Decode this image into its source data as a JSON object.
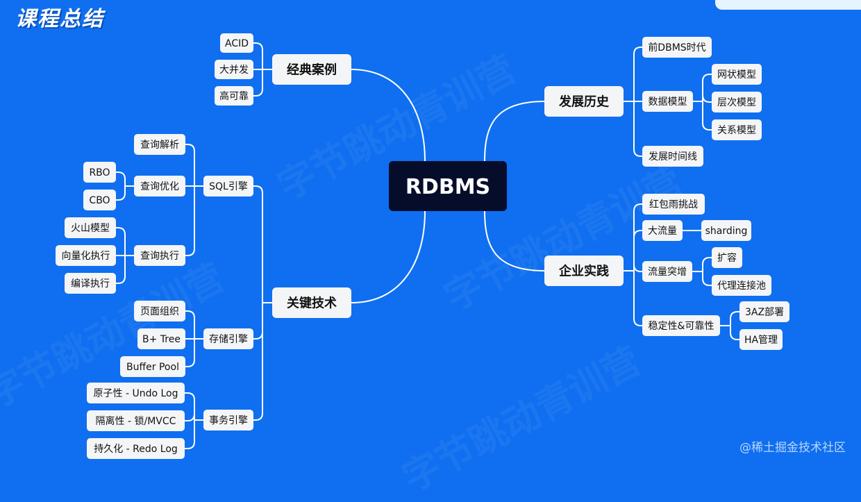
{
  "title": "课程总结",
  "watermark": "@稀土掘金技术社区",
  "background_watermark": "字节跳动青训营",
  "colors": {
    "background": "#0f6ff0",
    "center": "#050d2b",
    "node": "#f4f5f7",
    "line": "#ffffff",
    "text": "#111111"
  },
  "tree": {
    "center": {
      "label": "RDBMS"
    },
    "branches": [
      {
        "label": "发展历史",
        "children": [
          {
            "label": "前DBMS时代",
            "children": []
          },
          {
            "label": "数据模型",
            "children": [
              {
                "label": "网状模型",
                "children": []
              },
              {
                "label": "层次模型",
                "children": []
              },
              {
                "label": "关系模型",
                "children": []
              }
            ]
          },
          {
            "label": "发展时间线",
            "children": []
          }
        ]
      },
      {
        "label": "企业实践",
        "children": [
          {
            "label": "红包雨挑战",
            "children": []
          },
          {
            "label": "大流量",
            "children": [
              {
                "label": "sharding",
                "children": []
              }
            ]
          },
          {
            "label": "流量突增",
            "children": [
              {
                "label": "扩容",
                "children": []
              },
              {
                "label": "代理连接池",
                "children": []
              }
            ]
          },
          {
            "label": "稳定性&可靠性",
            "children": [
              {
                "label": "3AZ部署",
                "children": []
              },
              {
                "label": "HA管理",
                "children": []
              }
            ]
          }
        ]
      },
      {
        "label": "经典案例",
        "children": [
          {
            "label": "ACID",
            "children": []
          },
          {
            "label": "大并发",
            "children": []
          },
          {
            "label": "高可靠",
            "children": []
          }
        ]
      },
      {
        "label": "关键技术",
        "children": [
          {
            "label": "SQL引擎",
            "children": [
              {
                "label": "查询解析",
                "children": []
              },
              {
                "label": "查询优化",
                "children": [
                  {
                    "label": "RBO",
                    "children": []
                  },
                  {
                    "label": "CBO",
                    "children": []
                  }
                ]
              },
              {
                "label": "查询执行",
                "children": [
                  {
                    "label": "火山模型",
                    "children": []
                  },
                  {
                    "label": "向量化执行",
                    "children": []
                  },
                  {
                    "label": "编译执行",
                    "children": []
                  }
                ]
              }
            ]
          },
          {
            "label": "存储引擎",
            "children": [
              {
                "label": "页面组织",
                "children": []
              },
              {
                "label": "B+ Tree",
                "children": []
              },
              {
                "label": "Buffer Pool",
                "children": []
              }
            ]
          },
          {
            "label": "事务引擎",
            "children": [
              {
                "label": "原子性 - Undo Log",
                "children": []
              },
              {
                "label": "隔离性 - 锁/MVCC",
                "children": []
              },
              {
                "label": "持久化 - Redo Log",
                "children": []
              }
            ]
          }
        ]
      }
    ]
  }
}
